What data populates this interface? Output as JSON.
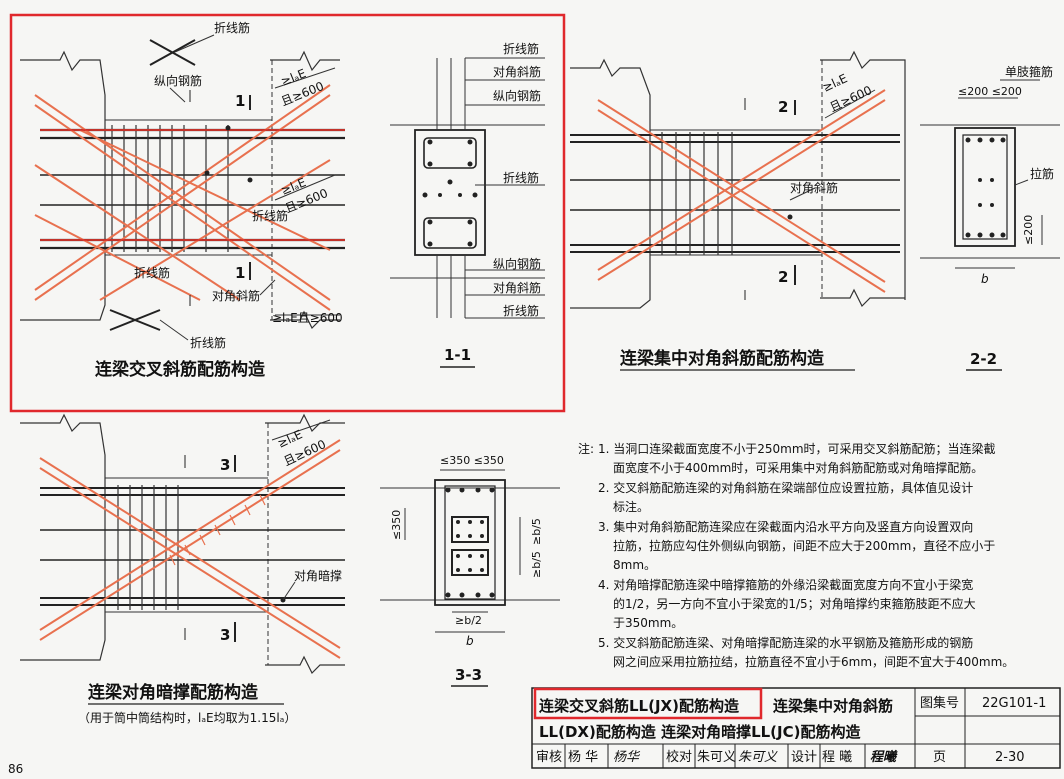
{
  "details": {
    "crossing": {
      "title": "连梁交叉斜筋配筋构造",
      "section_mark": "1",
      "labels": {
        "zhexian_top": "折线筋",
        "zongxiang": "纵向钢筋",
        "anchor_top": "≥lₐE",
        "anchor_top2": "且≥600",
        "anchor_mid": "≥lₐE",
        "anchor_mid2": "且≥600",
        "zhexian_mid": "折线筋",
        "zhexian_left": "折线筋",
        "duijiao": "对角斜筋",
        "zhexian_bottom": "折线筋",
        "anchor_bottom": "≥lₐE且≥600"
      }
    },
    "section_1_1": {
      "title": "1-1",
      "labels": [
        "折线筋",
        "对角斜筋",
        "纵向钢筋",
        "折线筋",
        "纵向钢筋",
        "对角斜筋",
        "折线筋"
      ]
    },
    "concentrated": {
      "title": "连梁集中对角斜筋配筋构造",
      "section_mark": "2",
      "labels": {
        "duijiao": "对角斜筋",
        "anchor": "≥lₐE",
        "anchor2": "且≥600"
      }
    },
    "section_2_2": {
      "title": "2-2",
      "labels": {
        "spacing": "≤200 ≤200",
        "single_stirrup": "单肢箍筋",
        "tie": "拉筋",
        "height": "≤200",
        "width": "b"
      }
    },
    "brace": {
      "title": "连梁对角暗撑配筋构造",
      "subtitle": "（用于筒中筒结构时，lₐE均取为1.15lₐ）",
      "section_mark": "3",
      "labels": {
        "duijiao_cheng": "对角暗撑",
        "anchor": "≥lₐE",
        "anchor2": "且≥600"
      }
    },
    "section_3_3": {
      "title": "3-3",
      "labels": {
        "spacing": "≤350 ≤350",
        "height": "≤350",
        "b5a": "≥b/5",
        "b5b": "≥b/5",
        "b2": "≥b/2",
        "width": "b"
      }
    }
  },
  "notes": {
    "prefix": "注:",
    "items": [
      "1. 当洞口连梁截面宽度不小于250mm时，可采用交叉斜筋配筋；当连梁截",
      "面宽度不小于400mm时，可采用集中对角斜筋配筋或对角暗撑配筋。",
      "2. 交叉斜筋配筋连梁的对角斜筋在梁端部位应设置拉筋，具体值见设计",
      "标注。",
      "3. 集中对角斜筋配筋连梁应在梁截面内沿水平方向及竖直方向设置双向",
      "拉筋，拉筋应勾住外侧纵向钢筋，间距不应大于200mm，直径不应小于",
      "8mm。",
      "4. 对角暗撑配筋连梁中暗撑箍筋的外缘沿梁截面宽度方向不宜小于梁宽",
      "的1/2，另一方向不宜小于梁宽的1/5；对角暗撑约束箍筋肢距不应大",
      "于350mm。",
      "5. 交叉斜筋配筋连梁、对角暗撑配筋连梁的水平钢筋及箍筋形成的钢筋",
      "网之间应采用拉筋拉结，拉筋直径不宜小于6mm，间距不宜大于400mm。"
    ]
  },
  "title_block": {
    "title_line1a": "连梁交叉斜筋LL(JX)配筋构造",
    "title_line1b": "连梁集中对角斜筋",
    "title_line2": "LL(DX)配筋构造  连梁对角暗撑LL(JC)配筋构造",
    "atlas_label": "图集号",
    "atlas_no": "22G101-1",
    "review_label": "审核",
    "reviewer": "杨 华",
    "check_label": "校对",
    "checker": "朱可义",
    "design_label": "设计",
    "designer": "程 曦",
    "page_label": "页",
    "page_no": "2-30",
    "review_sign": "杨华",
    "check_sign": "朱可义",
    "design_sign": "程曦"
  },
  "page_number": "86",
  "colors": {
    "highlight": "#e0282c",
    "rebar": "#222222",
    "diagonal": "#e8714f"
  }
}
